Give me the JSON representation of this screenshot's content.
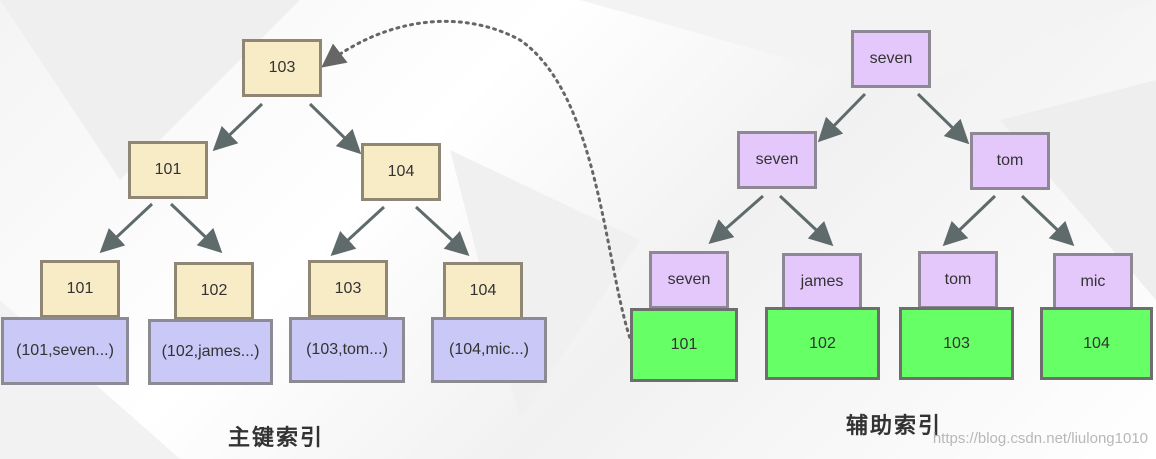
{
  "primary_index": {
    "caption": "主键索引",
    "root": "103",
    "level2": [
      "101",
      "104"
    ],
    "leaves": [
      {
        "key": "101",
        "row": "(101,seven...)"
      },
      {
        "key": "102",
        "row": "(102,james...)"
      },
      {
        "key": "103",
        "row": "(103,tom...)"
      },
      {
        "key": "104",
        "row": "(104,mic...)"
      }
    ]
  },
  "secondary_index": {
    "caption": "辅助索引",
    "root": "seven",
    "level2": [
      "seven",
      "tom"
    ],
    "leaves": [
      {
        "key": "seven",
        "pk": "101"
      },
      {
        "key": "james",
        "pk": "102"
      },
      {
        "key": "tom",
        "pk": "103"
      },
      {
        "key": "mic",
        "pk": "104"
      }
    ]
  },
  "watermark": "https://blog.csdn.net/liulong1010",
  "colors": {
    "primary_node": "#f7ecc6",
    "row_node": "#c9c8f6",
    "secondary_node": "#e4c8fb",
    "pk_leaf": "#66ff66",
    "arrow": "#5f6b6b"
  }
}
